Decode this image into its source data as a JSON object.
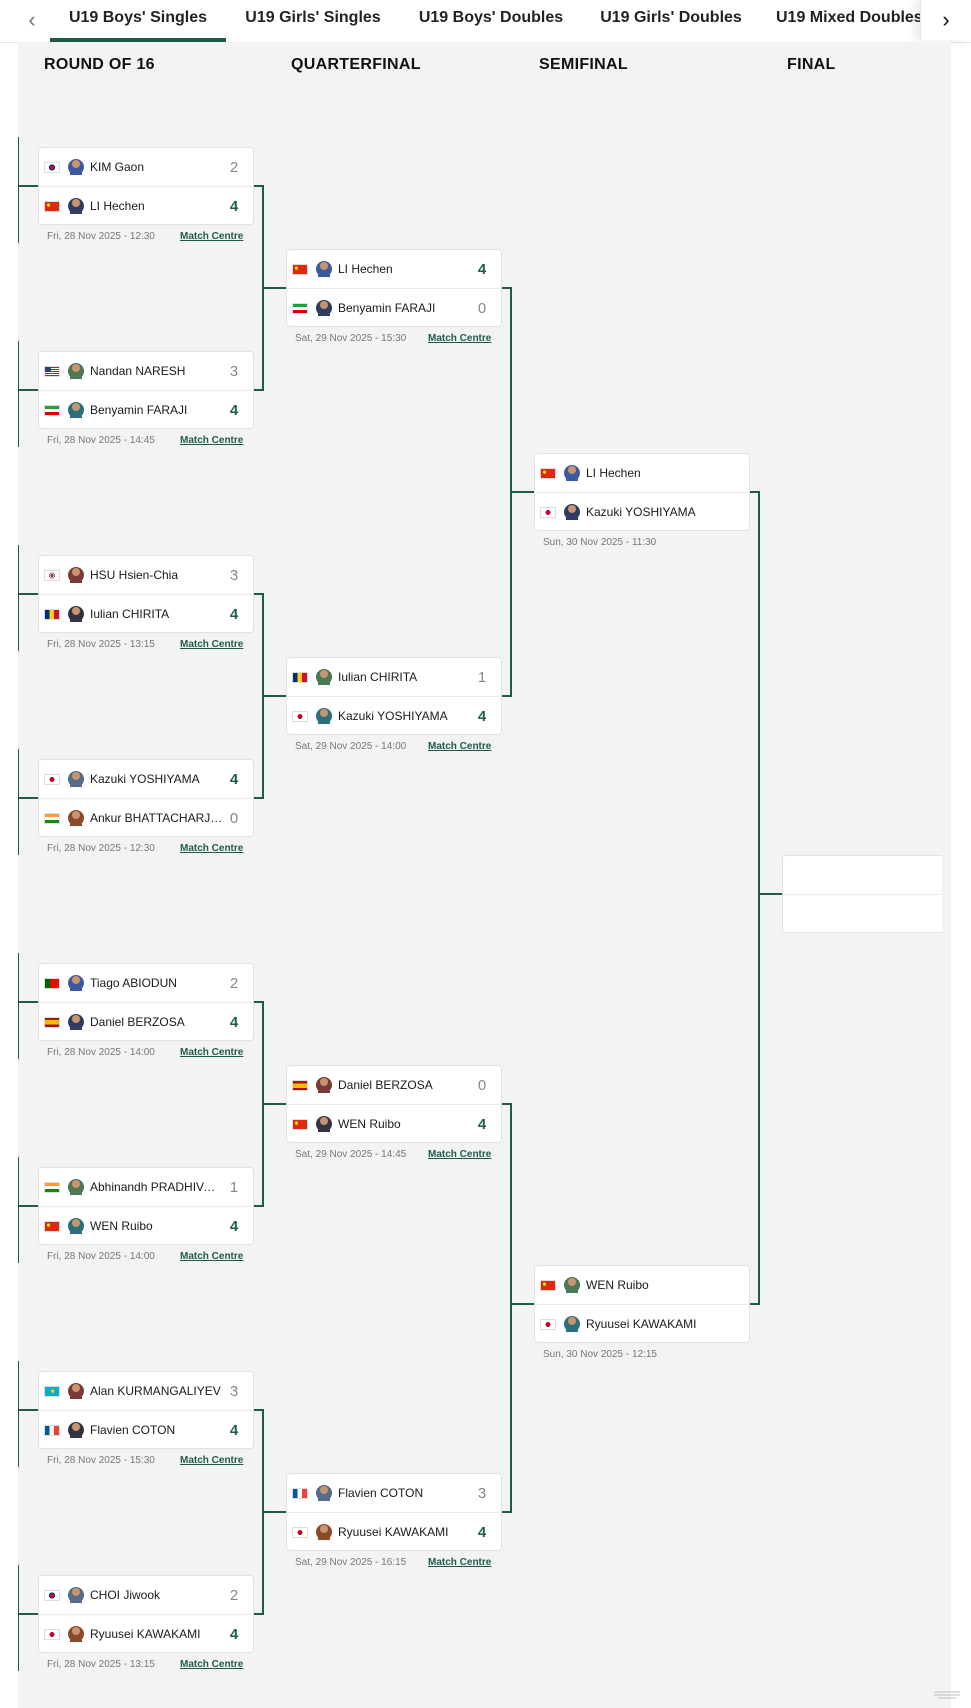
{
  "nav": {
    "prev_icon": "chevron-left-icon",
    "next_icon": "chevron-right-icon",
    "tabs": [
      {
        "label": "U19 Boys' Singles",
        "active": true
      },
      {
        "label": "U19 Girls' Singles",
        "active": false
      },
      {
        "label": "U19 Boys' Doubles",
        "active": false
      },
      {
        "label": "U19 Girls' Doubles",
        "active": false
      },
      {
        "label": "U19 Mixed Doubles",
        "active": false
      }
    ]
  },
  "colors": {
    "accent": "#1d5c4d",
    "background": "#f3f3f3"
  },
  "rounds": [
    "ROUND OF 16",
    "QUARTERFINAL",
    "SEMIFINAL",
    "FINAL"
  ],
  "match_centre_label": "Match Centre",
  "matches": {
    "r16": [
      {
        "p1": {
          "name": "KIM Gaon",
          "flag": "KOR",
          "score": "2",
          "win": false
        },
        "p2": {
          "name": "LI Hechen",
          "flag": "CHN",
          "score": "4",
          "win": true
        },
        "date": "Fri, 28 Nov 2025 - 12:30",
        "match_centre": true
      },
      {
        "p1": {
          "name": "Nandan NARESH",
          "flag": "USA",
          "score": "3",
          "win": false
        },
        "p2": {
          "name": "Benyamin FARAJI",
          "flag": "IRI",
          "score": "4",
          "win": true
        },
        "date": "Fri, 28 Nov 2025 - 14:45",
        "match_centre": true
      },
      {
        "p1": {
          "name": "HSU Hsien-Chia",
          "flag": "TPE",
          "score": "3",
          "win": false
        },
        "p2": {
          "name": "Iulian CHIRITA",
          "flag": "ROU",
          "score": "4",
          "win": true
        },
        "date": "Fri, 28 Nov 2025 - 13:15",
        "match_centre": true
      },
      {
        "p1": {
          "name": "Kazuki YOSHIYAMA",
          "flag": "JPN",
          "score": "4",
          "win": true
        },
        "p2": {
          "name": "Ankur BHATTACHARJEE",
          "flag": "IND",
          "score": "0",
          "win": false
        },
        "date": "Fri, 28 Nov 2025 - 12:30",
        "match_centre": true
      },
      {
        "p1": {
          "name": "Tiago ABIODUN",
          "flag": "POR",
          "score": "2",
          "win": false
        },
        "p2": {
          "name": "Daniel BERZOSA",
          "flag": "ESP",
          "score": "4",
          "win": true
        },
        "date": "Fri, 28 Nov 2025 - 14:00",
        "match_centre": true
      },
      {
        "p1": {
          "name": "Abhinandh PRADHIVA···",
          "flag": "IND",
          "score": "1",
          "win": false
        },
        "p2": {
          "name": "WEN Ruibo",
          "flag": "CHN",
          "score": "4",
          "win": true
        },
        "date": "Fri, 28 Nov 2025 - 14:00",
        "match_centre": true
      },
      {
        "p1": {
          "name": "Alan KURMANGALIYEV",
          "flag": "KAZ",
          "score": "3",
          "win": false
        },
        "p2": {
          "name": "Flavien COTON",
          "flag": "FRA",
          "score": "4",
          "win": true
        },
        "date": "Fri, 28 Nov 2025 - 15:30",
        "match_centre": true
      },
      {
        "p1": {
          "name": "CHOI Jiwook",
          "flag": "KOR",
          "score": "2",
          "win": false
        },
        "p2": {
          "name": "Ryuusei KAWAKAMI",
          "flag": "JPN",
          "score": "4",
          "win": true
        },
        "date": "Fri, 28 Nov 2025 - 13:15",
        "match_centre": true
      }
    ],
    "qf": [
      {
        "p1": {
          "name": "LI Hechen",
          "flag": "CHN",
          "score": "4",
          "win": true
        },
        "p2": {
          "name": "Benyamin FARAJI",
          "flag": "IRI",
          "score": "0",
          "win": false
        },
        "date": "Sat, 29 Nov 2025 - 15:30",
        "match_centre": true
      },
      {
        "p1": {
          "name": "Iulian CHIRITA",
          "flag": "ROU",
          "score": "1",
          "win": false
        },
        "p2": {
          "name": "Kazuki YOSHIYAMA",
          "flag": "JPN",
          "score": "4",
          "win": true
        },
        "date": "Sat, 29 Nov 2025 - 14:00",
        "match_centre": true
      },
      {
        "p1": {
          "name": "Daniel BERZOSA",
          "flag": "ESP",
          "score": "0",
          "win": false
        },
        "p2": {
          "name": "WEN Ruibo",
          "flag": "CHN",
          "score": "4",
          "win": true
        },
        "date": "Sat, 29 Nov 2025 - 14:45",
        "match_centre": true
      },
      {
        "p1": {
          "name": "Flavien COTON",
          "flag": "FRA",
          "score": "3",
          "win": false
        },
        "p2": {
          "name": "Ryuusei KAWAKAMI",
          "flag": "JPN",
          "score": "4",
          "win": true
        },
        "date": "Sat, 29 Nov 2025 - 16:15",
        "match_centre": true
      }
    ],
    "sf": [
      {
        "p1": {
          "name": "LI Hechen",
          "flag": "CHN",
          "score": "",
          "win": false
        },
        "p2": {
          "name": "Kazuki YOSHIYAMA",
          "flag": "JPN",
          "score": "",
          "win": false
        },
        "date": "Sun, 30 Nov 2025 - 11:30",
        "match_centre": false
      },
      {
        "p1": {
          "name": "WEN Ruibo",
          "flag": "CHN",
          "score": "",
          "win": false
        },
        "p2": {
          "name": "Ryuusei KAWAKAMI",
          "flag": "JPN",
          "score": "",
          "win": false
        },
        "date": "Sun, 30 Nov 2025 - 12:15",
        "match_centre": false
      }
    ],
    "final": {
      "p1": {
        "name": ""
      },
      "p2": {
        "name": ""
      }
    }
  }
}
